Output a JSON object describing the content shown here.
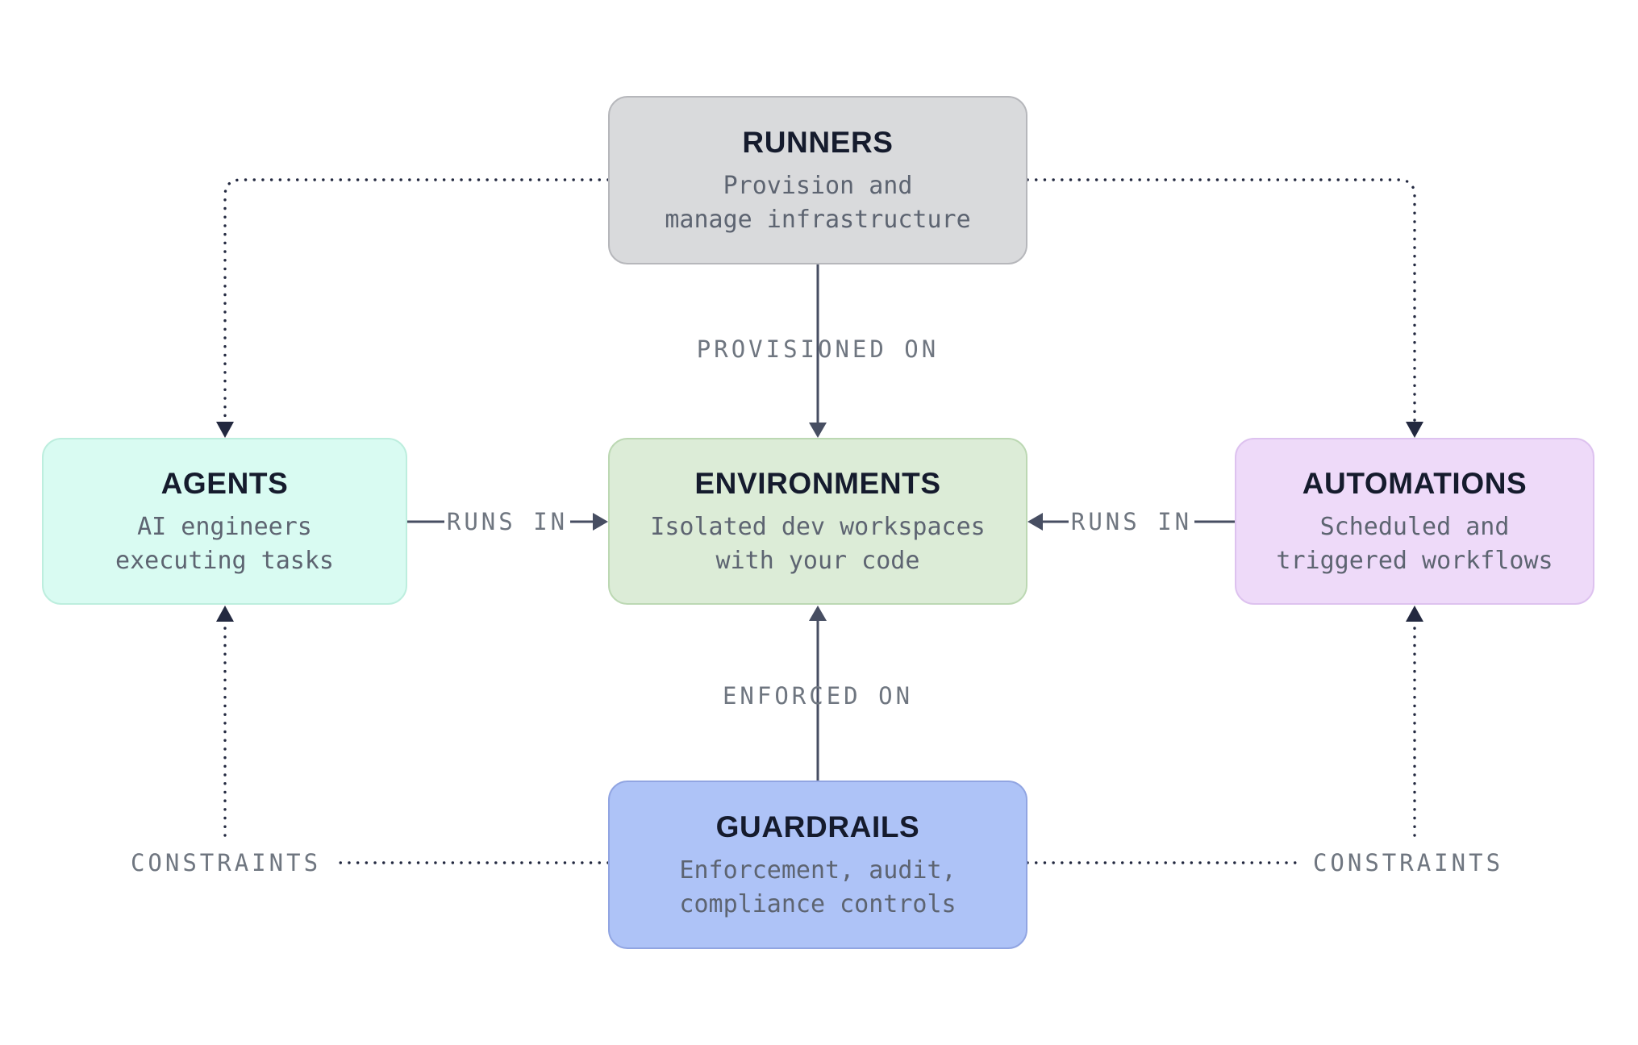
{
  "colors": {
    "title_text": "#151b2d",
    "subtitle_text": "#5d6471",
    "edge_label_text": "#6f7680",
    "solid_line": "#474e62",
    "dotted_line": "#232940",
    "background": "#ffffff"
  },
  "nodes": {
    "runners": {
      "title": "RUNNERS",
      "subtitle": [
        "Provision and",
        "manage infrastructure"
      ],
      "fill": "#d9dadc",
      "border": "#b6b7bb"
    },
    "agents": {
      "title": "AGENTS",
      "subtitle": [
        "AI engineers",
        "executing tasks"
      ],
      "fill": "#d9fbf2",
      "border": "#bdeede"
    },
    "environments": {
      "title": "ENVIRONMENTS",
      "subtitle": [
        "Isolated dev workspaces",
        "with your code"
      ],
      "fill": "#dcecd7",
      "border": "#bcd8b3"
    },
    "automations": {
      "title": "AUTOMATIONS",
      "subtitle": [
        "Scheduled and",
        "triggered workflows"
      ],
      "fill": "#eedaf9",
      "border": "#ddc2ef"
    },
    "guardrails": {
      "title": "GUARDRAILS",
      "subtitle": [
        "Enforcement, audit,",
        "compliance controls"
      ],
      "fill": "#aec3f7",
      "border": "#91a5e2"
    }
  },
  "edges": {
    "provisioned_on": {
      "label": "PROVISIONED ON"
    },
    "enforced_on": {
      "label": "ENFORCED ON"
    },
    "runs_in_left": {
      "label": "RUNS IN"
    },
    "runs_in_right": {
      "label": "RUNS IN"
    },
    "constraints_left": {
      "label": "CONSTRAINTS"
    },
    "constraints_right": {
      "label": "CONSTRAINTS"
    }
  }
}
